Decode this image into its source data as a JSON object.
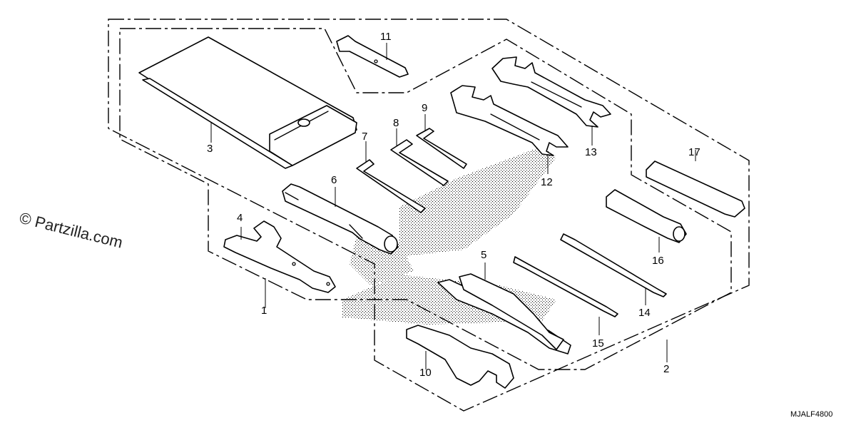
{
  "diagram": {
    "watermark": "© Partzilla.com",
    "drawing_code": "MJALF4800",
    "parts": [
      {
        "id": "p1",
        "label": "1"
      },
      {
        "id": "p2",
        "label": "2"
      },
      {
        "id": "p3",
        "label": "3"
      },
      {
        "id": "p4",
        "label": "4"
      },
      {
        "id": "p5",
        "label": "5"
      },
      {
        "id": "p6",
        "label": "6"
      },
      {
        "id": "p7",
        "label": "7"
      },
      {
        "id": "p8",
        "label": "8"
      },
      {
        "id": "p9",
        "label": "9"
      },
      {
        "id": "p10",
        "label": "10"
      },
      {
        "id": "p11",
        "label": "11"
      },
      {
        "id": "p12",
        "label": "12"
      },
      {
        "id": "p13",
        "label": "13"
      },
      {
        "id": "p14",
        "label": "14"
      },
      {
        "id": "p15",
        "label": "15"
      },
      {
        "id": "p16",
        "label": "16"
      },
      {
        "id": "p17",
        "label": "17"
      }
    ]
  }
}
